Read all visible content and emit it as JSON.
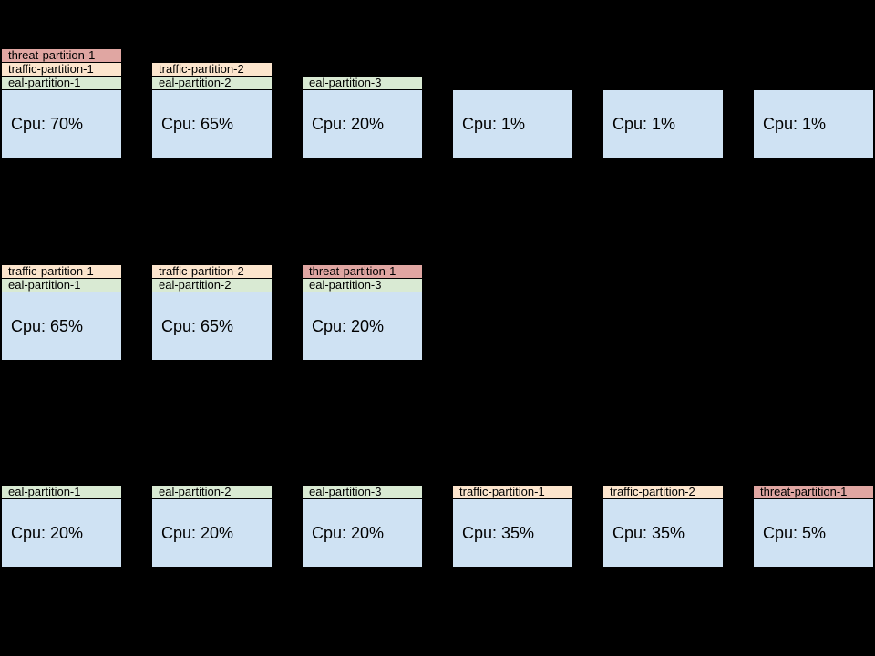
{
  "diagram": {
    "background_color": "#000000",
    "border_color": "#000000",
    "text_color": "#000000",
    "node_body_color": "#cfe2f3",
    "partition_type_colors": {
      "threat": "#e0a6a2",
      "traffic": "#fce5cd",
      "eal": "#d9ead3"
    },
    "rows": [
      {
        "id": "row-1",
        "boxes": [
          {
            "partitions": [
              {
                "type": "threat",
                "label": "threat-partition-1"
              },
              {
                "type": "traffic",
                "label": "traffic-partition-1"
              },
              {
                "type": "eal",
                "label": "eal-partition-1"
              }
            ],
            "cpu": "Cpu: 70%"
          },
          {
            "partitions": [
              {
                "type": "traffic",
                "label": "traffic-partition-2"
              },
              {
                "type": "eal",
                "label": "eal-partition-2"
              }
            ],
            "cpu": "Cpu: 65%"
          },
          {
            "partitions": [
              {
                "type": "eal",
                "label": "eal-partition-3"
              }
            ],
            "cpu": "Cpu: 20%"
          },
          {
            "partitions": [],
            "cpu": "Cpu: 1%"
          },
          {
            "partitions": [],
            "cpu": "Cpu: 1%"
          },
          {
            "partitions": [],
            "cpu": "Cpu: 1%"
          }
        ]
      },
      {
        "id": "row-2",
        "boxes": [
          {
            "partitions": [
              {
                "type": "traffic",
                "label": "traffic-partition-1"
              },
              {
                "type": "eal",
                "label": "eal-partition-1"
              }
            ],
            "cpu": "Cpu: 65%"
          },
          {
            "partitions": [
              {
                "type": "traffic",
                "label": "traffic-partition-2"
              },
              {
                "type": "eal",
                "label": "eal-partition-2"
              }
            ],
            "cpu": "Cpu: 65%"
          },
          {
            "partitions": [
              {
                "type": "threat",
                "label": "threat-partition-1"
              },
              {
                "type": "eal",
                "label": "eal-partition-3"
              }
            ],
            "cpu": "Cpu: 20%"
          }
        ]
      },
      {
        "id": "row-3",
        "boxes": [
          {
            "partitions": [
              {
                "type": "eal",
                "label": "eal-partition-1"
              }
            ],
            "cpu": "Cpu: 20%"
          },
          {
            "partitions": [
              {
                "type": "eal",
                "label": "eal-partition-2"
              }
            ],
            "cpu": "Cpu: 20%"
          },
          {
            "partitions": [
              {
                "type": "eal",
                "label": "eal-partition-3"
              }
            ],
            "cpu": "Cpu: 20%"
          },
          {
            "partitions": [
              {
                "type": "traffic",
                "label": "traffic-partition-1"
              }
            ],
            "cpu": "Cpu: 35%"
          },
          {
            "partitions": [
              {
                "type": "traffic",
                "label": "traffic-partition-2"
              }
            ],
            "cpu": "Cpu: 35%"
          },
          {
            "partitions": [
              {
                "type": "threat",
                "label": "threat-partition-1"
              }
            ],
            "cpu": "Cpu: 5%"
          }
        ]
      }
    ]
  }
}
